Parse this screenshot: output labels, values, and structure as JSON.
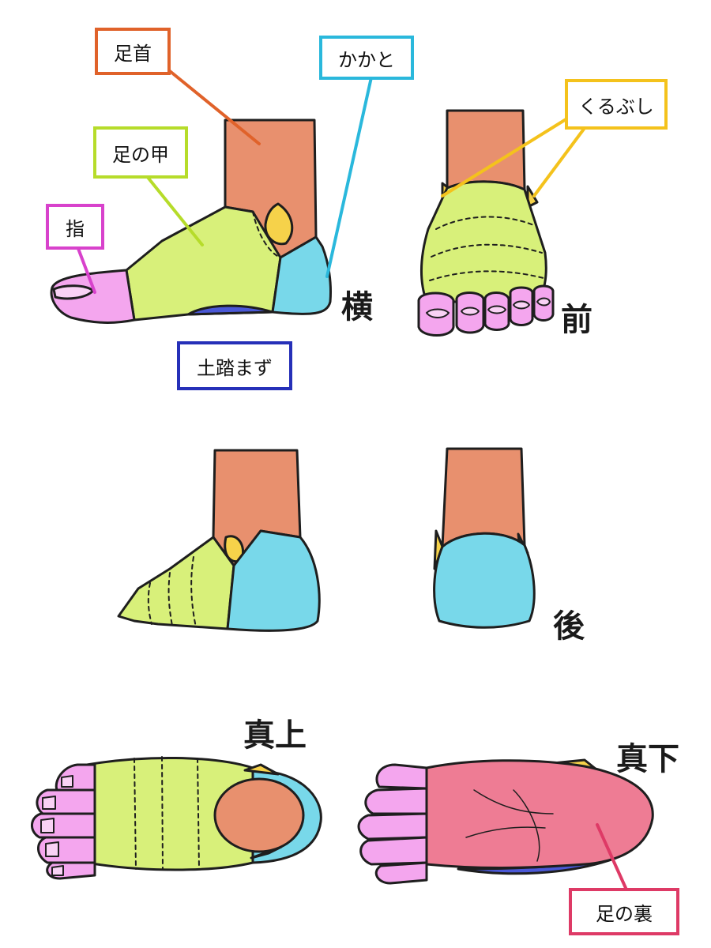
{
  "labels": {
    "ankle": "足首",
    "heel": "かかと",
    "ankle_bone": "くるぶし",
    "instep": "足の甲",
    "toes": "指",
    "arch": "土踏まず",
    "sole": "足の裏"
  },
  "views": {
    "side": "横",
    "front": "前",
    "back": "後",
    "top": "真上",
    "bottom": "真下"
  },
  "colors": {
    "ankle": "#e8906e",
    "heel": "#78d8ea",
    "ankle_bone": "#f6d24a",
    "instep": "#d8f07a",
    "toes": "#f4a6ee",
    "arch": "#4a58d6",
    "sole": "#ee7c94",
    "ankle_border": "#e0622a",
    "heel_border": "#2ab8dc",
    "ankle_bone_border": "#f4c21c",
    "instep_border": "#b6dc2a",
    "toes_border": "#d842cc",
    "arch_border": "#2630b8",
    "sole_border": "#de3a66"
  }
}
